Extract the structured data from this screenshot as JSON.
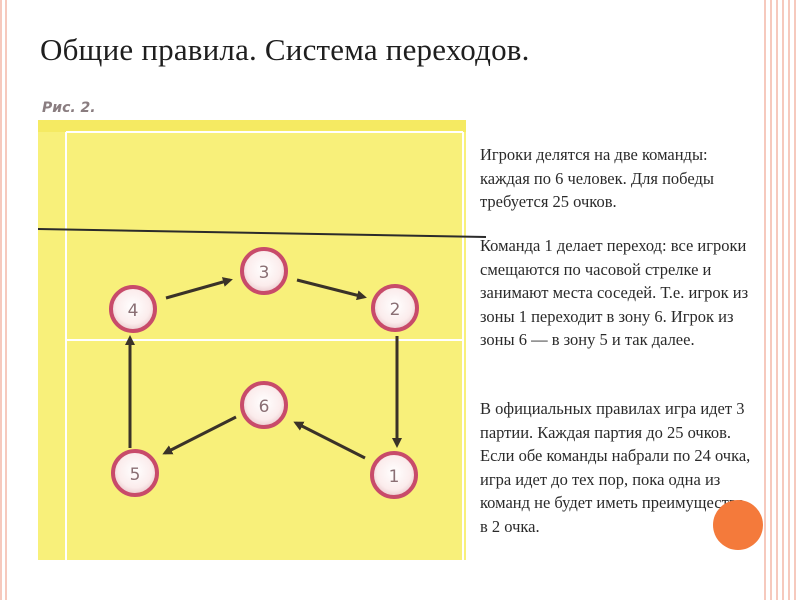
{
  "slide": {
    "title": "Общие правила. Система переходов.",
    "figure_label": "Рис. 2.",
    "paragraphs": [
      "Игроки делятся на две команды: каждая по 6 человек. Для победы требуется 25 очков.",
      "Команда 1 делает переход: все игроки смещаются по часовой стрелке и занимают места соседей. Т.е. игрок из зоны 1 переходит в зону 6. Игрок из зоны 6 — в зону 5 и так далее.",
      "В официальных правилах игра идет 3 партии. Каждая партия до 25 очков. Если обе команды набрали по 24 очка, игра идет до тех пор, пока одна из команд не будет иметь преимущество в 2 очка."
    ]
  },
  "diagram": {
    "zones": [
      {
        "id": "zone-1",
        "label": "1"
      },
      {
        "id": "zone-2",
        "label": "2"
      },
      {
        "id": "zone-3",
        "label": "3"
      },
      {
        "id": "zone-4",
        "label": "4"
      },
      {
        "id": "zone-5",
        "label": "5"
      },
      {
        "id": "zone-6",
        "label": "6"
      }
    ]
  },
  "colors": {
    "court": "#f8f07a",
    "court_top": "#f5ea62",
    "player_ring": "#c84b6a",
    "accent_circle": "#f47a3b",
    "decor_stripes": "#f6c9bd"
  }
}
